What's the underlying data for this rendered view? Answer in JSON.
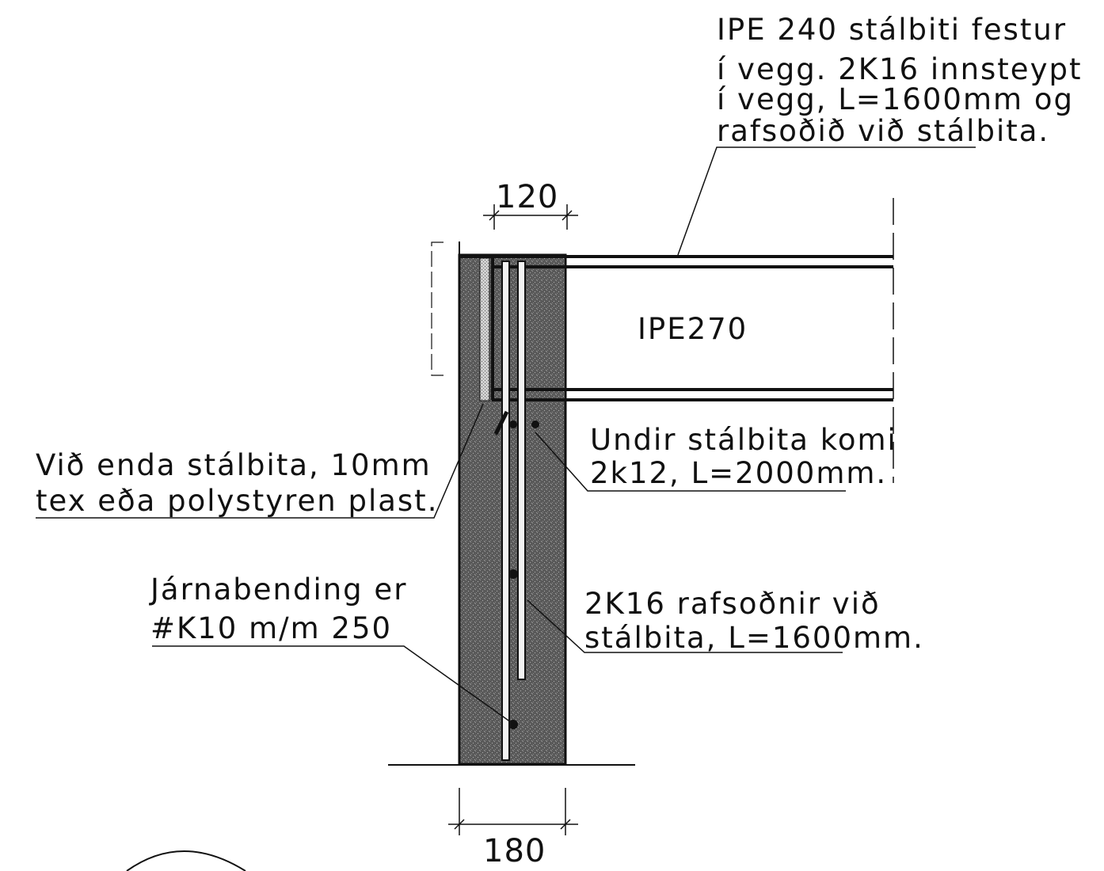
{
  "annotations": {
    "beam_note": {
      "line1": "IPE 240 stálbiti festur",
      "line2": "í vegg. 2K16 innsteypt",
      "line3": "í vegg, L=1600mm og",
      "line4": "rafsoðið við stálbita."
    },
    "beam_profile": "IPE270",
    "end_note": {
      "line1": "Við enda stálbita, 10mm",
      "line2": "tex eða polystyren plast."
    },
    "under_note": {
      "line1": "Undir stálbita komi",
      "line2": "2k12, L=2000mm."
    },
    "rebar_note": {
      "line1": "Járnabending er",
      "line2": "#K10 m/m 250"
    },
    "weld_note": {
      "line1": "2K16  rafsoðnir við",
      "line2": "stálbita, L=1600mm."
    }
  },
  "dimensions": {
    "top": "120",
    "bottom": "180"
  }
}
